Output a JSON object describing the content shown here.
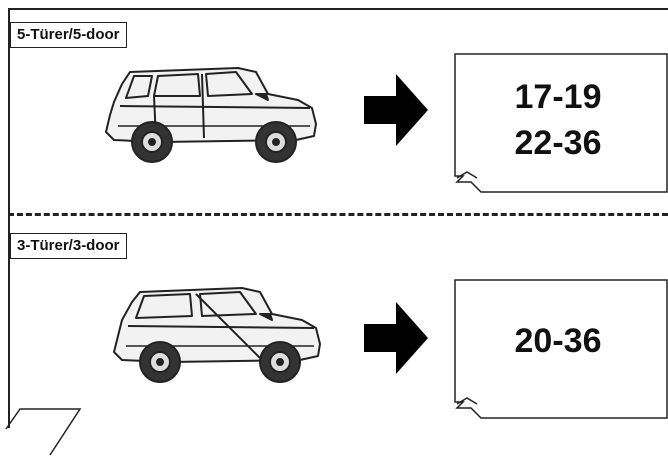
{
  "sections": {
    "five_door": {
      "label": "5-Türer/5-door",
      "pages": [
        "17-19",
        "22-36"
      ]
    },
    "three_door": {
      "label": "3-Türer/3-door",
      "pages": [
        "20-36"
      ]
    }
  },
  "icons": {
    "car": "suv-icon",
    "arrow": "right-arrow-icon",
    "reference": "page-reference-icon"
  },
  "colors": {
    "line": "#222222",
    "background": "#ffffff"
  }
}
